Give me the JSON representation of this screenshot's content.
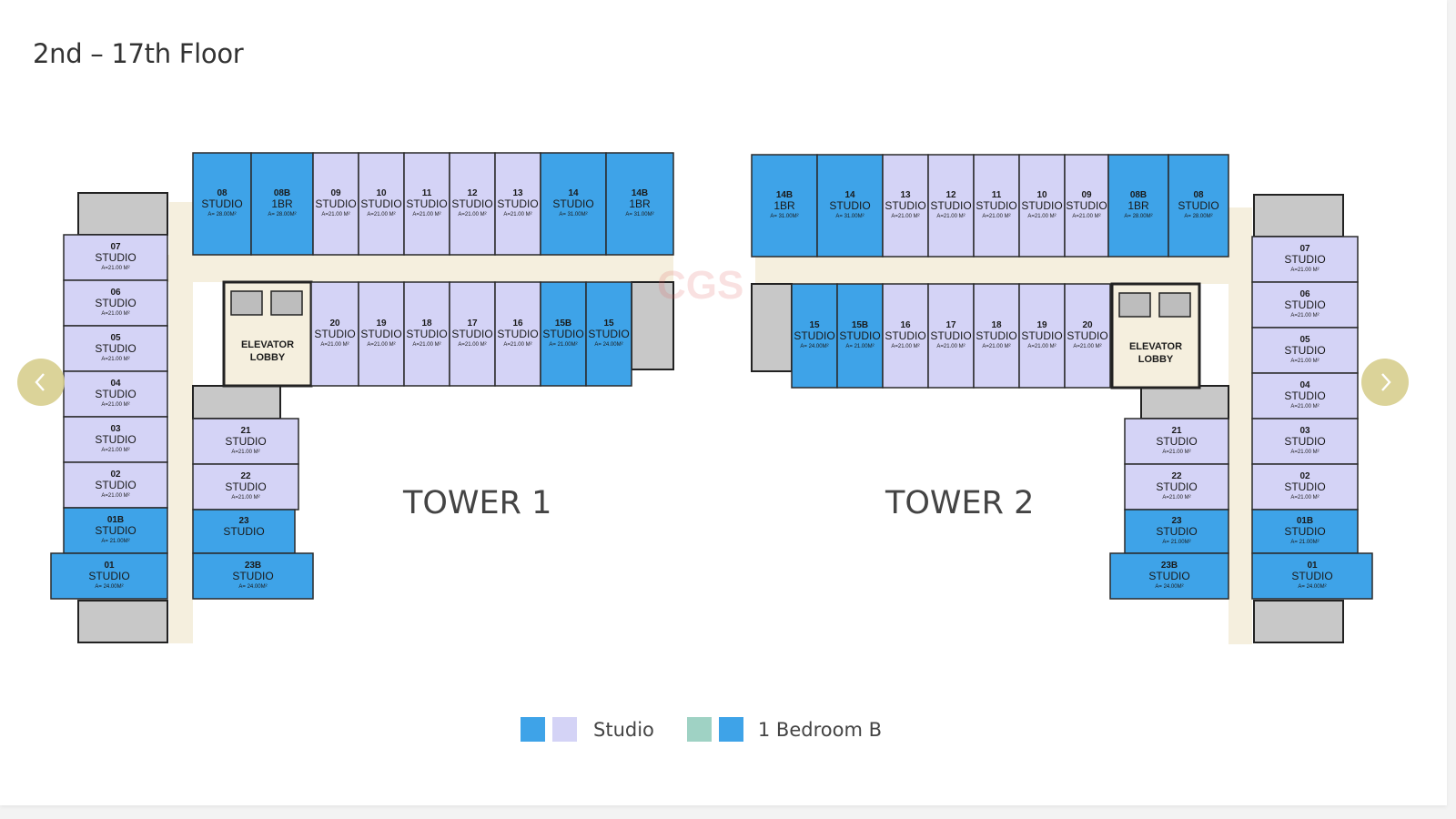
{
  "floor_title": "2nd – 17th Floor",
  "towers": {
    "t1": "TOWER 1",
    "t2": "TOWER 2"
  },
  "elevator_lobby": [
    "ELEVATOR",
    "LOBBY"
  ],
  "watermark": "CGS",
  "legend": {
    "studio_label": "Studio",
    "one_bedroom_label": "1 Bedroom B"
  },
  "colors": {
    "studio_blue": "#3ea3e8",
    "studio_lavender": "#d4d3f6",
    "bedroom_green": "#9fd2c4",
    "bedroom_blue": "#3ea3e8",
    "corridor": "#f5efde",
    "gray_core": "#c8c8c8",
    "nav_button": "#d8cf8f"
  },
  "icons": {
    "prev": "chevron-left-icon",
    "next": "chevron-right-icon"
  },
  "units": {
    "t1_top": [
      {
        "num": "08",
        "type": "STUDIO",
        "area": "A= 28.00M²"
      },
      {
        "num": "08B",
        "type": "1BR",
        "area": "A= 28.00M²"
      },
      {
        "num": "09",
        "type": "STUDIO",
        "area": "A=21.00 M²"
      },
      {
        "num": "10",
        "type": "STUDIO",
        "area": "A=21.00 M²"
      },
      {
        "num": "11",
        "type": "STUDIO",
        "area": "A=21.00 M²"
      },
      {
        "num": "12",
        "type": "STUDIO",
        "area": "A=21.00 M²"
      },
      {
        "num": "13",
        "type": "STUDIO",
        "area": "A=21.00 M²"
      },
      {
        "num": "14",
        "type": "STUDIO",
        "area": "A= 31.00M²"
      },
      {
        "num": "14B",
        "type": "1BR",
        "area": "A= 31.00M²"
      }
    ],
    "t1_mid": [
      {
        "num": "20",
        "type": "STUDIO",
        "area": "A=21.00 M²"
      },
      {
        "num": "19",
        "type": "STUDIO",
        "area": "A=21.00 M²"
      },
      {
        "num": "18",
        "type": "STUDIO",
        "area": "A=21.00 M²"
      },
      {
        "num": "17",
        "type": "STUDIO",
        "area": "A=21.00 M²"
      },
      {
        "num": "16",
        "type": "STUDIO",
        "area": "A=21.00 M²"
      },
      {
        "num": "15B",
        "type": "STUDIO",
        "area": "A= 21.00M²"
      },
      {
        "num": "15",
        "type": "STUDIO",
        "area": "A= 24.00M²"
      }
    ],
    "t1_left": [
      {
        "num": "07",
        "type": "STUDIO",
        "area": "A=21.00 M²"
      },
      {
        "num": "06",
        "type": "STUDIO",
        "area": "A=21.00 M²"
      },
      {
        "num": "05",
        "type": "STUDIO",
        "area": "A=21.00 M²"
      },
      {
        "num": "04",
        "type": "STUDIO",
        "area": "A=21.00 M²"
      },
      {
        "num": "03",
        "type": "STUDIO",
        "area": "A=21.00 M²"
      },
      {
        "num": "02",
        "type": "STUDIO",
        "area": "A=21.00 M²"
      },
      {
        "num": "01B",
        "type": "STUDIO",
        "area": "A= 21.00M²"
      },
      {
        "num": "01",
        "type": "STUDIO",
        "area": "A= 24.00M²"
      }
    ],
    "t1_inner": [
      {
        "num": "21",
        "type": "STUDIO",
        "area": "A=21.00 M²"
      },
      {
        "num": "22",
        "type": "STUDIO",
        "area": "A=21.00 M²"
      },
      {
        "num": "23",
        "type": "STUDIO",
        "area": ""
      },
      {
        "num": "23B",
        "type": "STUDIO",
        "area": "A= 24.00M²"
      }
    ],
    "t2_top": [
      {
        "num": "14B",
        "type": "1BR",
        "area": "A= 31.00M²"
      },
      {
        "num": "14",
        "type": "STUDIO",
        "area": "A= 31.00M²"
      },
      {
        "num": "13",
        "type": "STUDIO",
        "area": "A=21.00 M²"
      },
      {
        "num": "12",
        "type": "STUDIO",
        "area": "A=21.00 M²"
      },
      {
        "num": "11",
        "type": "STUDIO",
        "area": "A=21.00 M²"
      },
      {
        "num": "10",
        "type": "STUDIO",
        "area": "A=21.00 M²"
      },
      {
        "num": "09",
        "type": "STUDIO",
        "area": "A=21.00 M²"
      },
      {
        "num": "08B",
        "type": "1BR",
        "area": "A= 28.00M²"
      },
      {
        "num": "08",
        "type": "STUDIO",
        "area": "A= 28.00M²"
      }
    ],
    "t2_mid": [
      {
        "num": "15",
        "type": "STUDIO",
        "area": "A= 24.00M²"
      },
      {
        "num": "15B",
        "type": "STUDIO",
        "area": "A= 21.00M²"
      },
      {
        "num": "16",
        "type": "STUDIO",
        "area": "A=21.00 M²"
      },
      {
        "num": "17",
        "type": "STUDIO",
        "area": "A=21.00 M²"
      },
      {
        "num": "18",
        "type": "STUDIO",
        "area": "A=21.00 M²"
      },
      {
        "num": "19",
        "type": "STUDIO",
        "area": "A=21.00 M²"
      },
      {
        "num": "20",
        "type": "STUDIO",
        "area": "A=21.00 M²"
      }
    ],
    "t2_right": [
      {
        "num": "07",
        "type": "STUDIO",
        "area": "A=21.00 M²"
      },
      {
        "num": "06",
        "type": "STUDIO",
        "area": "A=21.00 M²"
      },
      {
        "num": "05",
        "type": "STUDIO",
        "area": "A=21.00 M²"
      },
      {
        "num": "04",
        "type": "STUDIO",
        "area": "A=21.00 M²"
      },
      {
        "num": "03",
        "type": "STUDIO",
        "area": "A=21.00 M²"
      },
      {
        "num": "02",
        "type": "STUDIO",
        "area": "A=21.00 M²"
      },
      {
        "num": "01B",
        "type": "STUDIO",
        "area": "A= 21.00M²"
      },
      {
        "num": "01",
        "type": "STUDIO",
        "area": "A= 24.00M²"
      }
    ],
    "t2_inner": [
      {
        "num": "21",
        "type": "STUDIO",
        "area": "A=21.00 M²"
      },
      {
        "num": "22",
        "type": "STUDIO",
        "area": "A=21.00 M²"
      },
      {
        "num": "23",
        "type": "STUDIO",
        "area": "A= 21.00M²"
      },
      {
        "num": "23B",
        "type": "STUDIO",
        "area": "A= 24.00M²"
      }
    ]
  }
}
